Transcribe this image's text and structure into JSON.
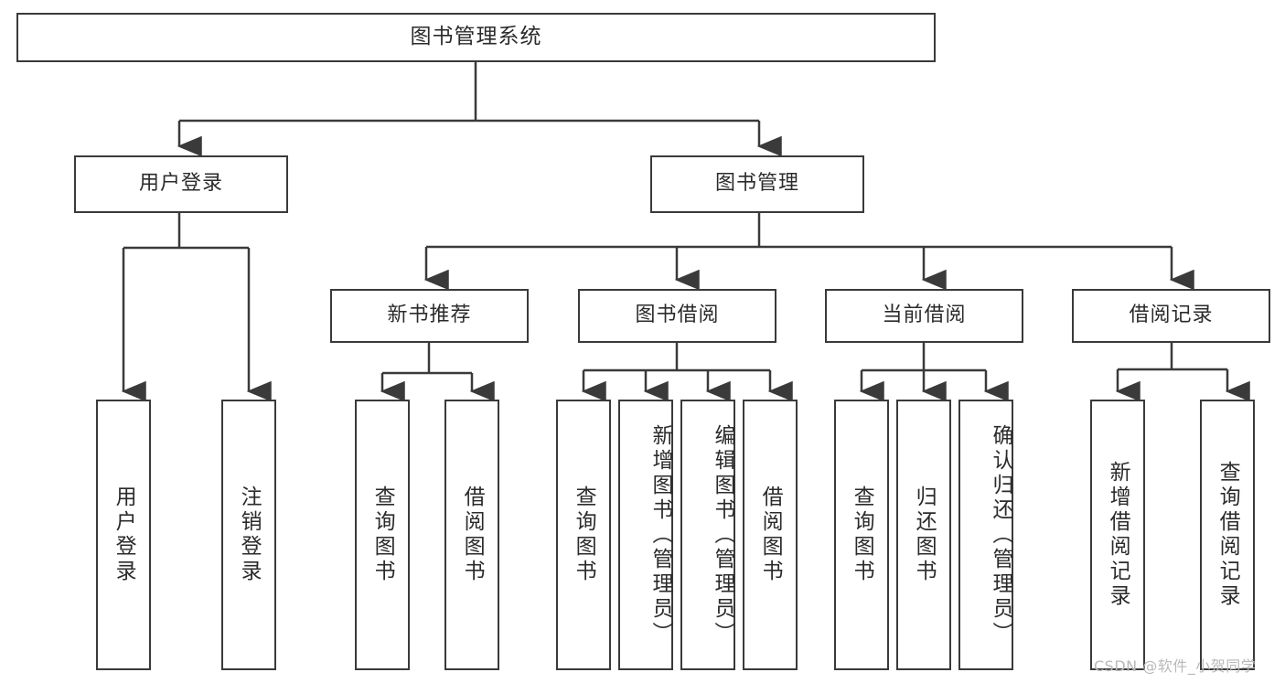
{
  "diagram": {
    "title": "图书管理系统",
    "type": "tree",
    "root": {
      "id": "root",
      "label": "图书管理系统"
    },
    "level2": [
      {
        "id": "user-login",
        "label": "用户登录"
      },
      {
        "id": "book-manage",
        "label": "图书管理"
      }
    ],
    "level3": [
      {
        "id": "new-book-rec",
        "label": "新书推荐"
      },
      {
        "id": "book-borrow",
        "label": "图书借阅"
      },
      {
        "id": "current-borrow",
        "label": "当前借阅"
      },
      {
        "id": "borrow-record",
        "label": "借阅记录"
      }
    ],
    "leaves": {
      "user_login": [
        {
          "id": "leaf-user-login",
          "label": "用户登录"
        },
        {
          "id": "leaf-logout",
          "label": "注销登录"
        }
      ],
      "new_book_rec": [
        {
          "id": "leaf-query-book-1",
          "label": "查询图书"
        },
        {
          "id": "leaf-borrow-book-1",
          "label": "借阅图书"
        }
      ],
      "book_borrow": [
        {
          "id": "leaf-query-book-2",
          "label": "查询图书"
        },
        {
          "id": "leaf-add-book",
          "label": "新增图书（管理员）"
        },
        {
          "id": "leaf-edit-book",
          "label": "编辑图书（管理员）"
        },
        {
          "id": "leaf-borrow-book-2",
          "label": "借阅图书"
        }
      ],
      "current_borrow": [
        {
          "id": "leaf-query-book-3",
          "label": "查询图书"
        },
        {
          "id": "leaf-return-book",
          "label": "归还图书"
        },
        {
          "id": "leaf-confirm-return",
          "label": "确认归还（管理员）"
        }
      ],
      "borrow_record": [
        {
          "id": "leaf-add-record",
          "label": "新增借阅记录"
        },
        {
          "id": "leaf-query-record",
          "label": "查询借阅记录"
        }
      ]
    }
  },
  "watermark": {
    "text": "CSDN @软件_小贺同学"
  },
  "colors": {
    "stroke": "#3a3a3a",
    "background": "#ffffff",
    "text": "#2b2b2b",
    "watermark": "#b9b9b9"
  }
}
